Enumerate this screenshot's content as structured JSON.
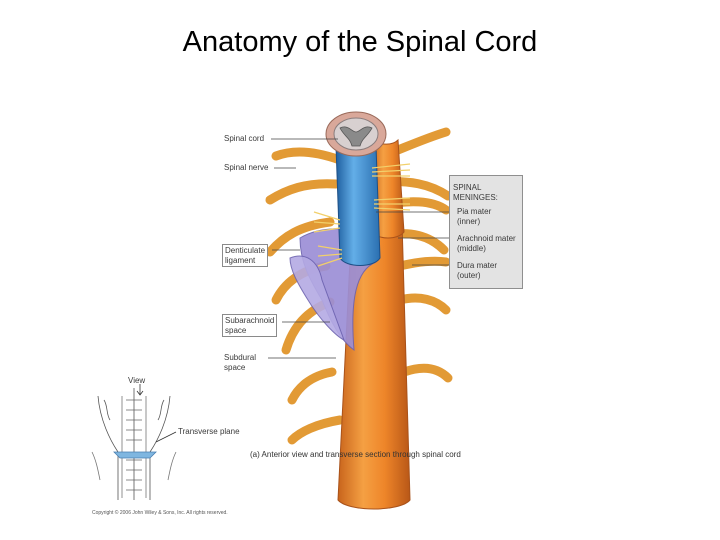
{
  "slide": {
    "title": "Anatomy of the Spinal Cord"
  },
  "labels": {
    "spinal_cord": "Spinal cord",
    "spinal_nerve": "Spinal nerve",
    "denticulate_ligament": "Denticulate\nligament",
    "subarachnoid_space": "Subarachnoid\nspace",
    "subdural_space": "Subdural\nspace",
    "spinal_meninges": "SPINAL\nMENINGES:",
    "pia_mater": "Pia mater\n(inner)",
    "arachnoid_mater": "Arachnoid mater\n(middle)",
    "dura_mater": "Dura mater\n(outer)",
    "view": "View",
    "transverse_plane": "Transverse plane"
  },
  "caption": "(a) Anterior view and transverse section through spinal cord",
  "copyright": "Copyright © 2006 John Wiley & Sons, Inc. All rights reserved.",
  "colors": {
    "dura": "#ef8a2a",
    "dura_dark": "#c2611a",
    "nerve": "#f3b24c",
    "nerve_dark": "#d88f2a",
    "pia_blue": "#3f8fd3",
    "arachnoid_purple": "#8d84c9",
    "grey_matter": "#808080"
  }
}
